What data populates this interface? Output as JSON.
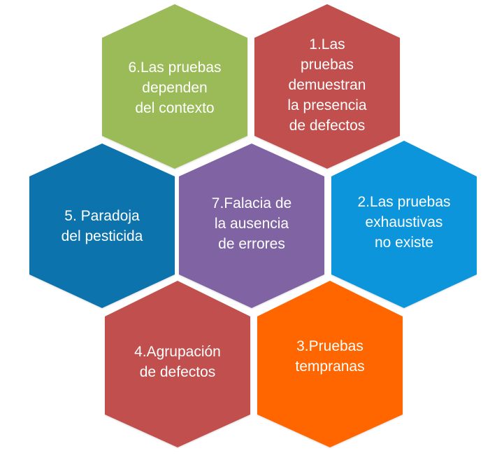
{
  "principles": [
    {
      "id": "p6",
      "text": "6.Las pruebas\ndependen\ndel contexto",
      "color": "#9BBB59"
    },
    {
      "id": "p1",
      "text": "1.Las\npruebas\ndemuestran\nla presencia\nde defectos",
      "color": "#C0504D"
    },
    {
      "id": "p5",
      "text": "5. Paradoja\ndel pesticida",
      "color": "#0773AC"
    },
    {
      "id": "p7",
      "text": "7.Falacia de\nla ausencia\nde errores",
      "color": "#8064A2"
    },
    {
      "id": "p2",
      "text": "2.Las pruebas\nexhaustivas\nno existe",
      "color": "#0A95DC"
    },
    {
      "id": "p4",
      "text": "4.Agrupación\nde defectos",
      "color": "#C0504D"
    },
    {
      "id": "p3",
      "text": "3.Pruebas\ntempranas",
      "color": "#FF6600"
    }
  ]
}
